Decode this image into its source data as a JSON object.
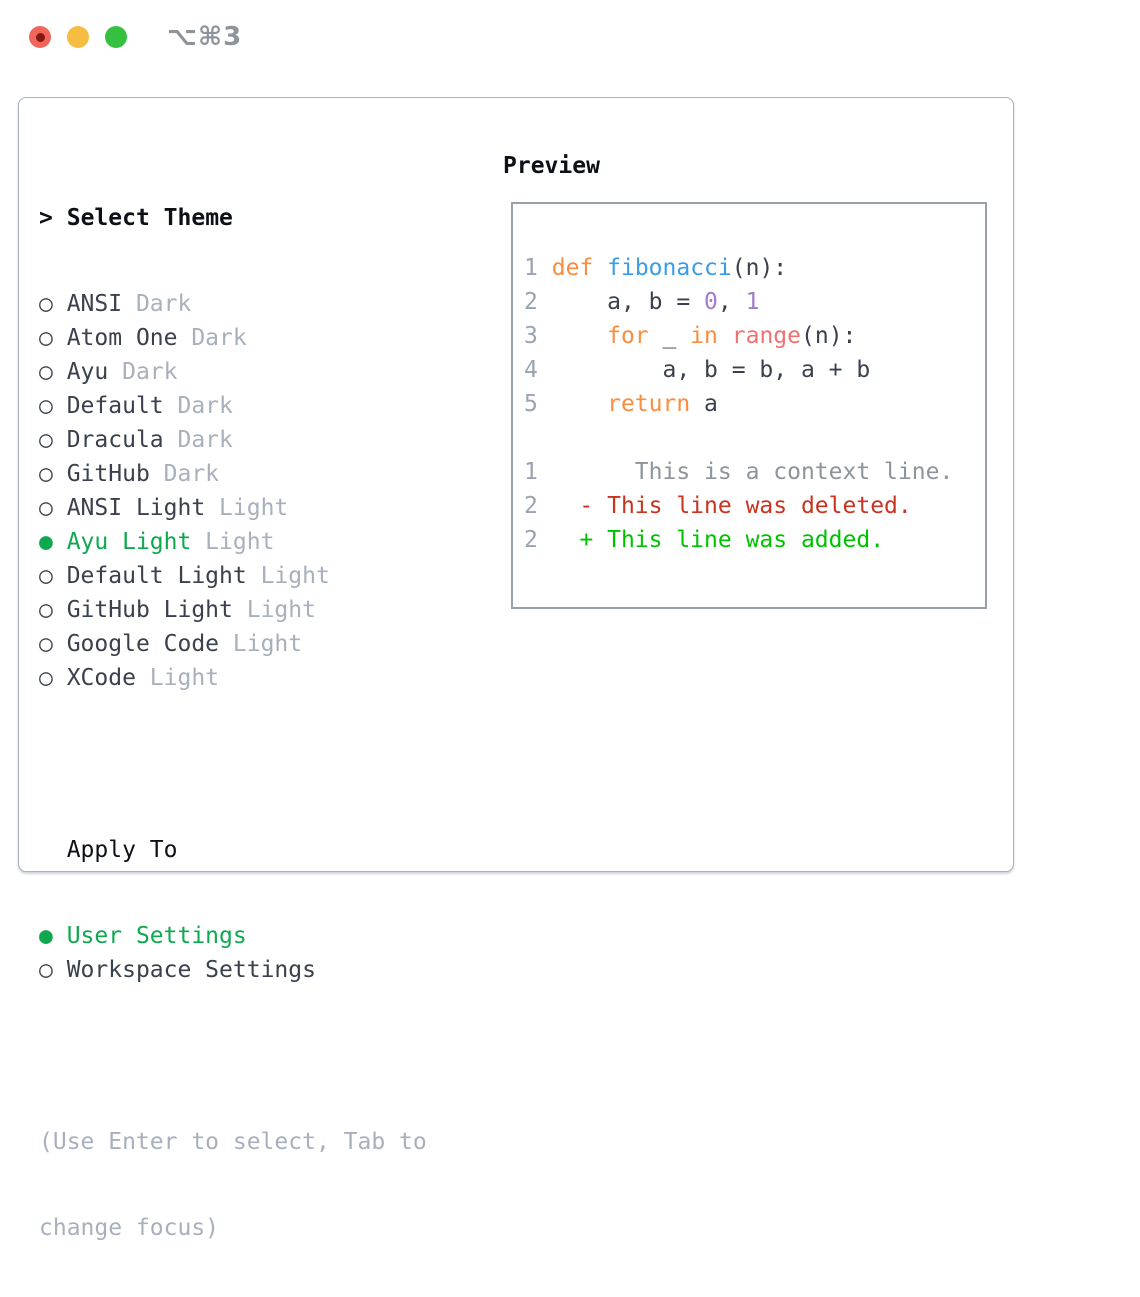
{
  "window": {
    "title": "⌥⌘3"
  },
  "traffic_lights": {
    "close_color": "#F1655A",
    "close_dot_color": "#84170E",
    "minimize_color": "#F6BE40",
    "zoom_color": "#33C13F"
  },
  "colors": {
    "text": "#3A414D",
    "header": "#0D1017",
    "muted": "#A8B0BD",
    "line_number": "#99A3B2",
    "selection_green": "#0EA94F",
    "keyword": "#FA8D3E",
    "function": "#399EE6",
    "constant": "#A37ACC",
    "special": "#F07171",
    "context": "#8D949C",
    "deleted": "#C93420",
    "added": "#00C300",
    "panel_border": "#A9B0BB",
    "preview_border": "#99A0AB"
  },
  "theme_list": {
    "header_prefix": ">",
    "header_label": "Select Theme",
    "unselected_marker": "○",
    "selected_marker": "●",
    "items": [
      {
        "label": "ANSI",
        "variant": "Dark",
        "selected": false
      },
      {
        "label": "Atom One",
        "variant": "Dark",
        "selected": false
      },
      {
        "label": "Ayu",
        "variant": "Dark",
        "selected": false
      },
      {
        "label": "Default",
        "variant": "Dark",
        "selected": false
      },
      {
        "label": "Dracula",
        "variant": "Dark",
        "selected": false
      },
      {
        "label": "GitHub",
        "variant": "Dark",
        "selected": false
      },
      {
        "label": "ANSI Light",
        "variant": "Light",
        "selected": false
      },
      {
        "label": "Ayu Light",
        "variant": "Light",
        "selected": true
      },
      {
        "label": "Default Light",
        "variant": "Light",
        "selected": false
      },
      {
        "label": "GitHub Light",
        "variant": "Light",
        "selected": false
      },
      {
        "label": "Google Code",
        "variant": "Light",
        "selected": false
      },
      {
        "label": "XCode",
        "variant": "Light",
        "selected": false
      }
    ]
  },
  "apply_to": {
    "header": "Apply To",
    "options": [
      {
        "label": "User Settings",
        "selected": true
      },
      {
        "label": "Workspace Settings",
        "selected": false
      }
    ]
  },
  "help": {
    "line1": "(Use Enter to select, Tab to",
    "line2": "change focus)"
  },
  "preview": {
    "header": "Preview",
    "code_lines": [
      {
        "num": "1",
        "tokens": [
          [
            " ",
            "text"
          ],
          [
            "def",
            "keyword"
          ],
          [
            " ",
            "text"
          ],
          [
            "fibonacci",
            "function"
          ],
          [
            "(n):",
            "text"
          ]
        ]
      },
      {
        "num": "2",
        "tokens": [
          [
            " ",
            "text"
          ],
          [
            "    a, b = ",
            "text"
          ],
          [
            "0",
            "constant"
          ],
          [
            ", ",
            "text"
          ],
          [
            "1",
            "constant"
          ]
        ]
      },
      {
        "num": "3",
        "tokens": [
          [
            " ",
            "text"
          ],
          [
            "    ",
            "text"
          ],
          [
            "for",
            "keyword"
          ],
          [
            " _ ",
            "text"
          ],
          [
            "in",
            "keyword"
          ],
          [
            " ",
            "text"
          ],
          [
            "range",
            "special"
          ],
          [
            "(n):",
            "text"
          ]
        ]
      },
      {
        "num": "4",
        "tokens": [
          [
            " ",
            "text"
          ],
          [
            "        a, b = b, a + b",
            "text"
          ]
        ]
      },
      {
        "num": "5",
        "tokens": [
          [
            " ",
            "text"
          ],
          [
            "    ",
            "text"
          ],
          [
            "return",
            "keyword"
          ],
          [
            " a",
            "text"
          ]
        ]
      },
      {
        "num": "",
        "tokens": []
      },
      {
        "num": "1",
        "tokens": [
          [
            "       ",
            "text"
          ],
          [
            "This is a context line.",
            "context"
          ]
        ]
      },
      {
        "num": "2",
        "tokens": [
          [
            "   ",
            "text"
          ],
          [
            "- This line was deleted.",
            "deleted"
          ]
        ]
      },
      {
        "num": "2",
        "tokens": [
          [
            "   ",
            "text"
          ],
          [
            "+ This line was added.",
            "added"
          ]
        ]
      }
    ]
  }
}
